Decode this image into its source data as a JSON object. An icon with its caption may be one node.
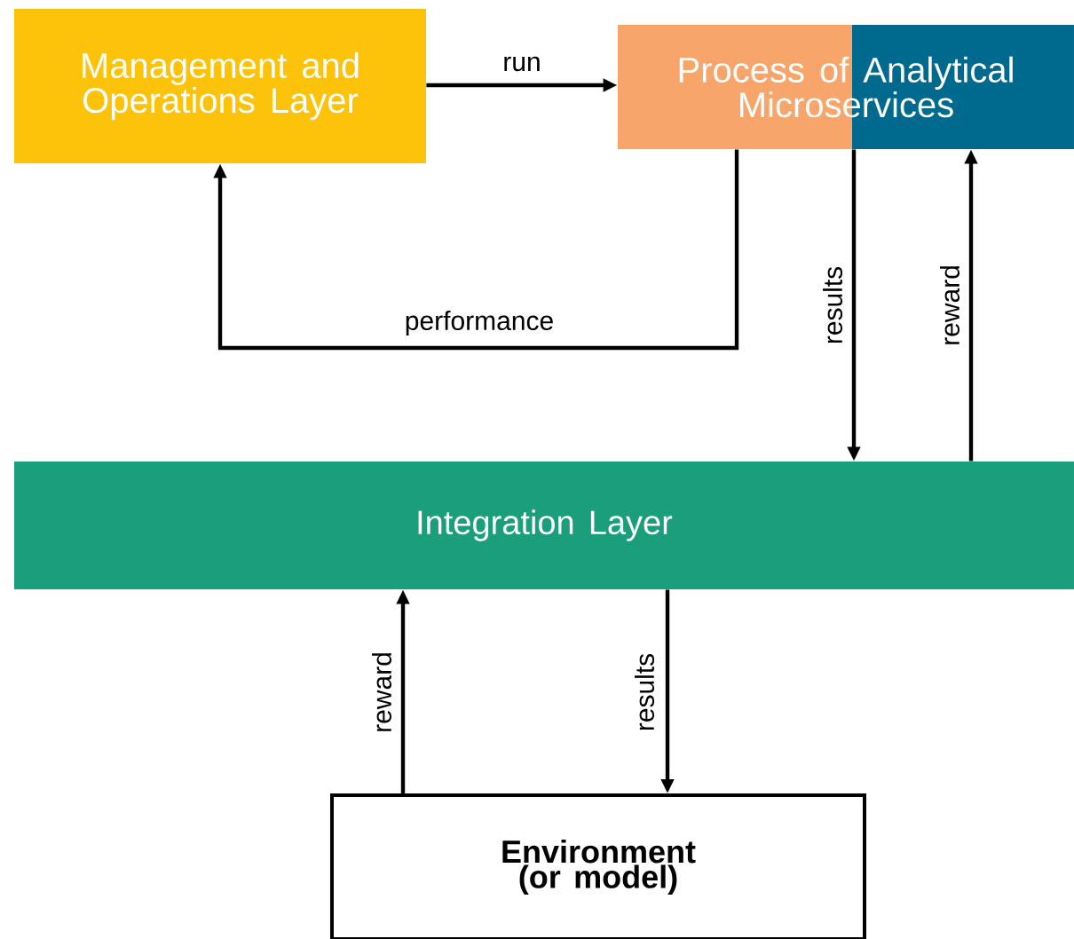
{
  "diagram": {
    "nodes": [
      {
        "text": [
          "Management and Operations Layer"
        ]
      },
      {
        "text": [
          "Process of Analytical Microservices"
        ]
      },
      {
        "text": [
          "Integration Layer"
        ]
      },
      {
        "text": [
          "Environment (or model)"
        ]
      }
    ],
    "edges": [
      {
        "from": 0,
        "to": 1,
        "arrow": "to",
        "label": "run"
      },
      {
        "from": 1,
        "to": 0,
        "arrow": "to",
        "label": "performance"
      },
      {
        "from": 1,
        "to": 2,
        "arrow": "to",
        "label": "results"
      },
      {
        "from": 2,
        "to": 1,
        "arrow": "to",
        "label": "reward"
      },
      {
        "from": 3,
        "to": 2,
        "arrow": "to",
        "label": "reward"
      },
      {
        "from": 2,
        "to": 3,
        "arrow": "to",
        "label": "results"
      }
    ]
  }
}
